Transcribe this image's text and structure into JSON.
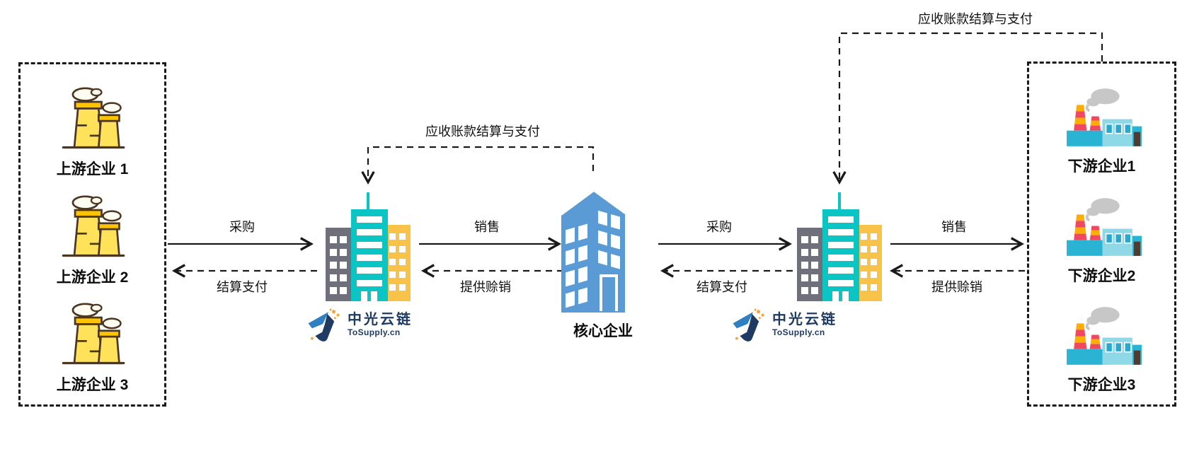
{
  "upstream": {
    "items": [
      {
        "label": "上游企业 1"
      },
      {
        "label": "上游企业 2"
      },
      {
        "label": "上游企业 3"
      }
    ]
  },
  "downstream": {
    "items": [
      {
        "label": "下游企业1"
      },
      {
        "label": "下游企业2"
      },
      {
        "label": "下游企业3"
      }
    ]
  },
  "platforms": {
    "left": {
      "name": "中光云链",
      "domain": "ToSupply.cn"
    },
    "right": {
      "name": "中光云链",
      "domain": "ToSupply.cn"
    }
  },
  "core": {
    "label": "核心企业"
  },
  "flows": {
    "upstream_purchase": "采购",
    "upstream_settle": "结算支付",
    "left_sale": "销售",
    "left_credit": "提供赊销",
    "left_receivable": "应收账款结算与支付",
    "core_purchase": "采购",
    "core_settle": "结算支付",
    "right_sale": "销售",
    "right_credit": "提供赊销",
    "right_receivable": "应收账款结算与支付"
  },
  "colors": {
    "teal_tower": "#0BC4C4",
    "yellow_tower": "#F9C34A",
    "gray_tower": "#70707C",
    "core_blue": "#5B9BD5",
    "logo_navy": "#1F3A63",
    "logo_blue": "#2F80C3",
    "logo_orange": "#F2A33C",
    "factory_yellow": "#FFE15A",
    "factory_red": "#EF4860",
    "factory_cyan": "#2BB3D4",
    "line": "#1a1a1a"
  }
}
